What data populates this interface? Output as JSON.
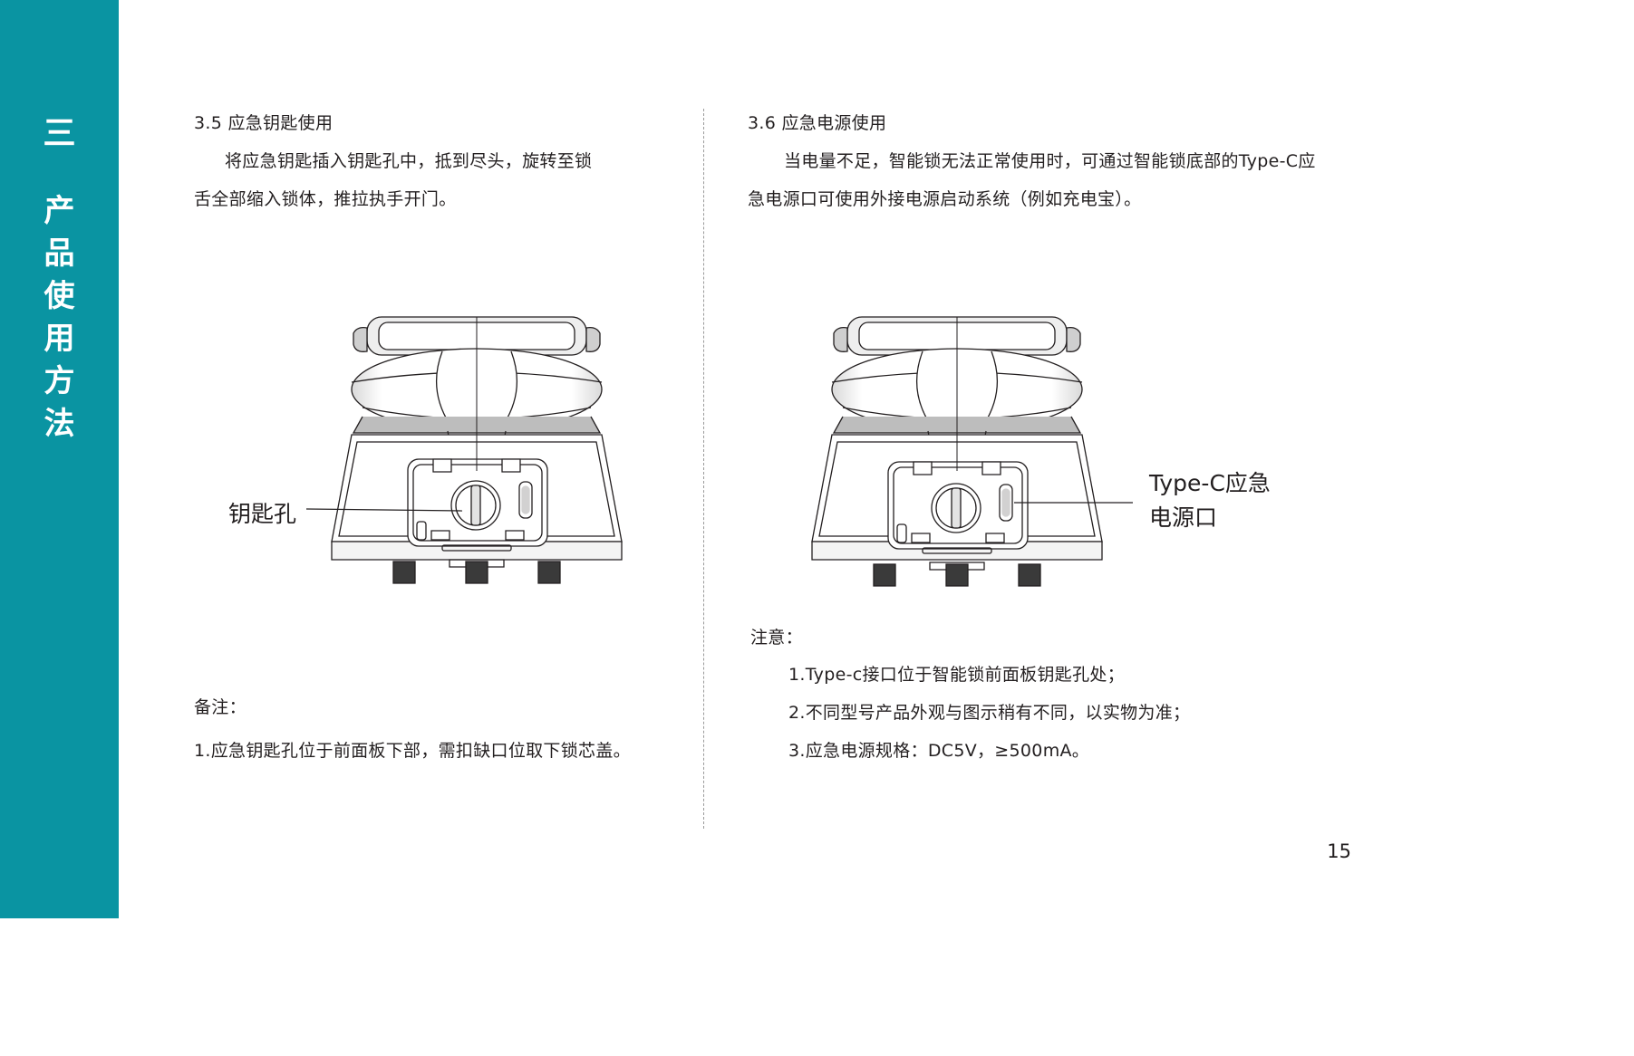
{
  "sidebar": {
    "number": "三",
    "title_chars": [
      "产",
      "品",
      "使",
      "用",
      "方",
      "法"
    ]
  },
  "left": {
    "heading": "3.5 应急钥匙使用",
    "para_line1": "将应急钥匙插入钥匙孔中，抵到尽头，旋转至锁",
    "para_line2": "舌全部缩入锁体，推拉执手开门。",
    "callout": "钥匙孔",
    "note_title": "备注：",
    "note_1": "1.应急钥匙孔位于前面板下部，需扣缺口位取下锁芯盖。"
  },
  "right": {
    "heading": "3.6 应急电源使用",
    "para_line1": "当电量不足，智能锁无法正常使用时，可通过智能锁底部的Type-C应",
    "para_line2": "急电源口可使用外接电源启动系统（例如充电宝）。",
    "callout_line1": "Type-C应急",
    "callout_line2": "电源口",
    "note_title": "注意：",
    "notes": [
      "1.Type-c接口位于智能锁前面板钥匙孔处；",
      "2.不同型号产品外观与图示稍有不同，以实物为准；",
      "3.应急电源规格：DC5V，≥500mA。"
    ]
  },
  "page_number": "15",
  "colors": {
    "sidebar": "#0a94a2",
    "text": "#231f20"
  }
}
